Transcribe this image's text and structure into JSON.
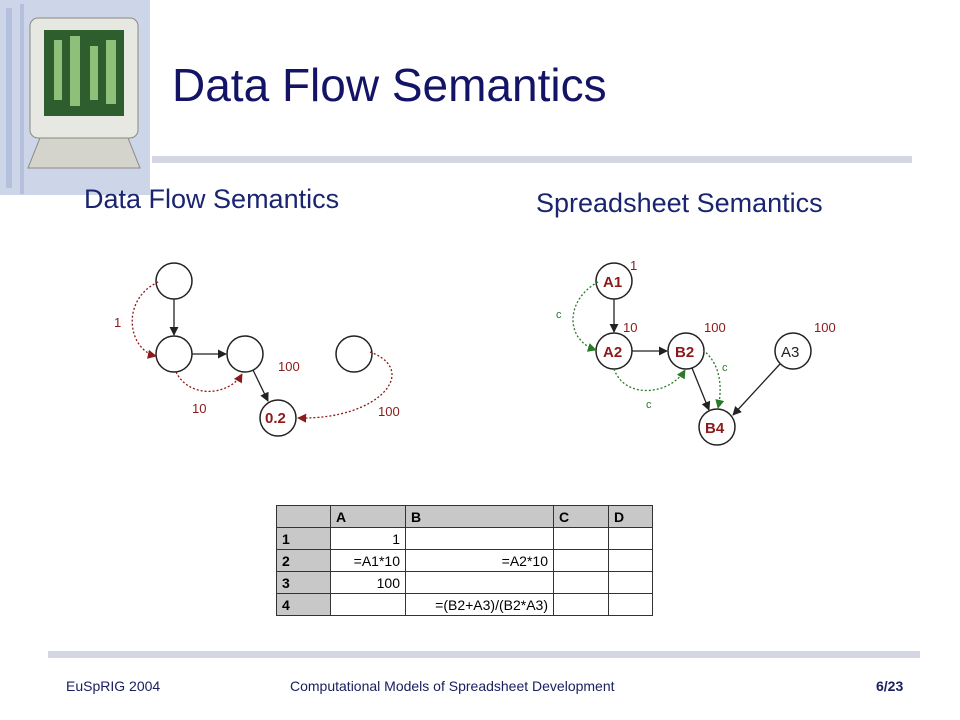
{
  "slide": {
    "title": "Data Flow Semantics",
    "left_heading": "Data Flow Semantics",
    "right_heading": "Spreadsheet Semantics"
  },
  "dataflow_diagram": {
    "edge_labels": [
      "1",
      "100",
      "10",
      "100"
    ],
    "result_node": "0.2"
  },
  "spreadsheet_diagram": {
    "nodes": [
      "A1",
      "A2",
      "B2",
      "A3",
      "B4"
    ],
    "value_labels": [
      "1",
      "10",
      "100",
      "100"
    ],
    "control_label": "c"
  },
  "table": {
    "columns": [
      "",
      "A",
      "B",
      "C",
      "D"
    ],
    "rows": [
      [
        "1",
        "1",
        "",
        "",
        ""
      ],
      [
        "2",
        "=A1*10",
        "=A2*10",
        "",
        ""
      ],
      [
        "3",
        "100",
        "",
        "",
        ""
      ],
      [
        "4",
        "",
        "=(B2+A3)/(B2*A3)",
        "",
        ""
      ]
    ]
  },
  "footer": {
    "left": "EuSpRIG 2004",
    "center": "Computational Models of Spreadsheet Development",
    "page": "6/23"
  },
  "colors": {
    "title": "#141466",
    "value_edge": "#8b1a1a",
    "control_edge": "#2a7a2a",
    "header_cell": "#c8c8c8"
  }
}
